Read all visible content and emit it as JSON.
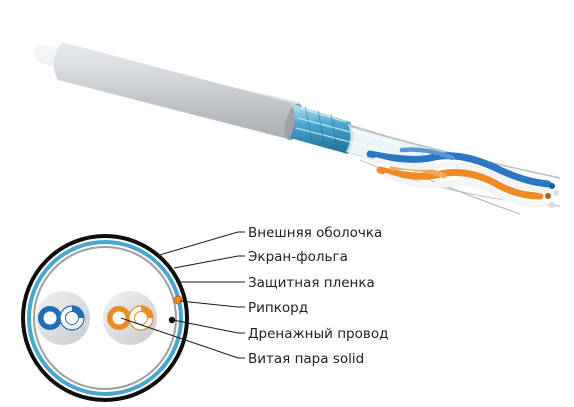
{
  "figure": {
    "subject": "foil-shielded twisted pair cable",
    "callouts": [
      {
        "key": "outer_jacket",
        "label": "Внешняя оболочка"
      },
      {
        "key": "foil_screen",
        "label": "Экран-фольга"
      },
      {
        "key": "protective_film",
        "label": "Защитная пленка"
      },
      {
        "key": "ripcord",
        "label": "Рипкорд"
      },
      {
        "key": "drain_wire",
        "label": "Дренажный провод"
      },
      {
        "key": "twisted_pair",
        "label": "Витая пара solid"
      }
    ],
    "colors": {
      "jacket": "#c9cdd0",
      "foil": "#4aa6cf",
      "pair_blue": "#1f6fb5",
      "pair_orange": "#f08a24",
      "pair_white": "#ffffff",
      "ring_black": "#0d0d0d",
      "cross_section_fill": "#bfc3c6",
      "pair_disc": "#e3e6e8"
    }
  }
}
